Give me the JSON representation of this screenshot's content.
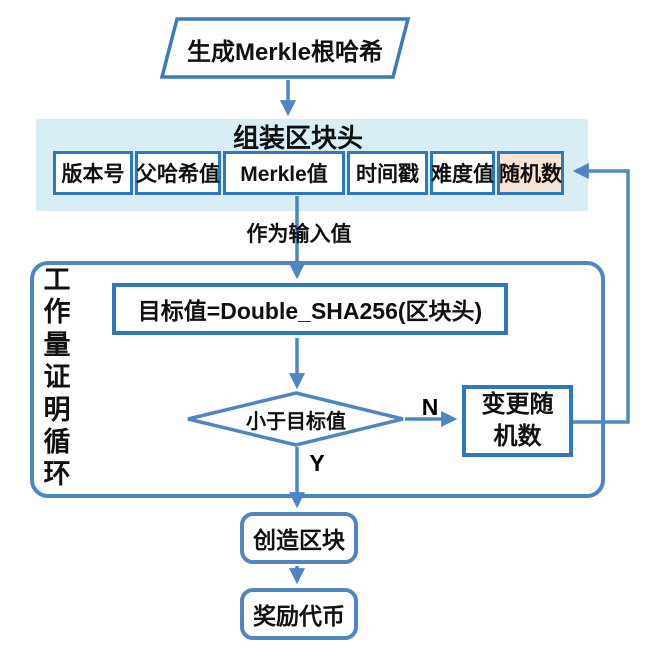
{
  "colors": {
    "connector_blue": "#4e86c2",
    "strong_border_blue": "#2e78c0",
    "panel_background": "#d9edf4",
    "nonce_highlight": "#fce4d2",
    "text": "#111111"
  },
  "flowchart": {
    "start": {
      "label": "生成Merkle根哈希"
    },
    "assemble_header": {
      "title": "组装区块头",
      "fields": [
        {
          "label": "版本号"
        },
        {
          "label": "父哈希值"
        },
        {
          "label": "Merkle值"
        },
        {
          "label": "时间戳"
        },
        {
          "label": "难度值"
        },
        {
          "label": "随机数",
          "highlighted": true
        }
      ]
    },
    "input_label": "作为输入值",
    "pow_loop_label": "工作量证明循环",
    "hash_step": {
      "label": "目标值=Double_SHA256(区块头)"
    },
    "decision": {
      "label": "小于目标值",
      "yes": "Y",
      "no": "N"
    },
    "change_nonce": {
      "lines": [
        "变更随",
        "机数"
      ]
    },
    "create_block": {
      "label": "创造区块"
    },
    "reward": {
      "label": "奖励代币"
    }
  }
}
